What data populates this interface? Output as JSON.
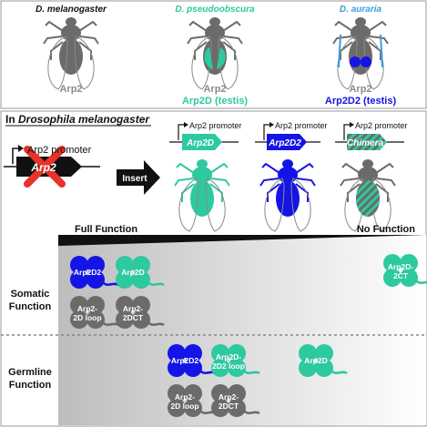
{
  "colors": {
    "gray": "#6b6b6b",
    "teal": "#2dc9a0",
    "blue": "#1414e6",
    "sky": "#3d9be0",
    "red": "#e8322a"
  },
  "top_panel": {
    "species": [
      {
        "name": "D. melanogaster",
        "label_1": "Arp2",
        "label_2": ""
      },
      {
        "name": "D. pseudoobscura",
        "label_1": "Arp2",
        "label_2": "Arp2D (testis)"
      },
      {
        "name": "D. auraria",
        "label_1": "Arp2",
        "label_2": "Arp2D2 (testis)"
      }
    ]
  },
  "middle_panel": {
    "title_prefix": "In ",
    "title_italic": "Drosophila melanogaster",
    "promoter_label": "Arp2 promoter",
    "deleted_gene": "Arp2",
    "insert_label": "Insert",
    "constructs": [
      {
        "promoter": "Arp2 promoter",
        "gene": "Arp2D"
      },
      {
        "promoter": "Arp2 promoter",
        "gene": "Arp2D2"
      },
      {
        "promoter": "Arp2 promoter",
        "gene": "Chimera"
      }
    ]
  },
  "bottom_panel": {
    "full_label": "Full Function",
    "no_label": "No Function",
    "row_somatic": "Somatic Function",
    "row_germline": "Germline Function",
    "somatic": [
      {
        "label": "Arp2D2"
      },
      {
        "label": "Arp2D"
      },
      {
        "label": "Arp2-2D loop"
      },
      {
        "label": "Arp2-2DCT"
      },
      {
        "label": "Arp2D-2CT"
      }
    ],
    "germline": [
      {
        "label": "Arp2D2"
      },
      {
        "label": "Arp2D-2D2 loop"
      },
      {
        "label": "Arp2D"
      },
      {
        "label": "Arp2-2D loop"
      },
      {
        "label": "Arp2-2DCT"
      }
    ]
  }
}
